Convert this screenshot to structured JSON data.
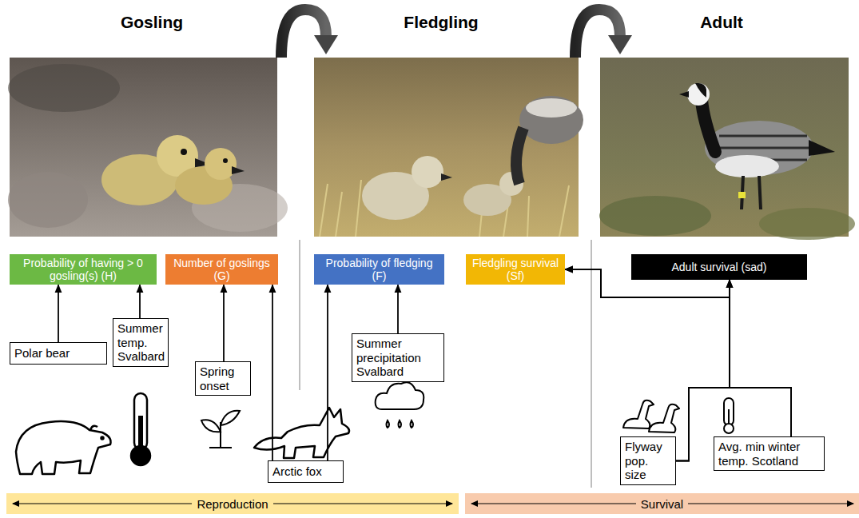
{
  "diagram": {
    "nodes": [
      {
        "text": [
          "Probability of having > 0 gosling(s) (H)"
        ]
      },
      {
        "text": [
          "Number of goslings (G)"
        ]
      },
      {
        "text": [
          "Probability of fledging (F)"
        ]
      },
      {
        "text": [
          "Fledgling survival (Sf)"
        ]
      },
      {
        "text": [
          "Adult survival (sad)"
        ]
      },
      {
        "text": [
          "Polar bear"
        ]
      },
      {
        "text": [
          "Summer temp. Svalbard"
        ]
      },
      {
        "text": [
          "Spring onset"
        ]
      },
      {
        "text": [
          "Arctic fox"
        ]
      },
      {
        "text": [
          "Summer precipitation Svalbard"
        ]
      },
      {
        "text": [
          "Flyway pop. size"
        ]
      },
      {
        "text": [
          "Avg. min winter temp. Scotland"
        ]
      },
      {
        "text": [
          "Reproduction"
        ]
      },
      {
        "text": [
          "Survival"
        ]
      }
    ],
    "edges": [
      {
        "from": 5,
        "to": 0,
        "arrow": "to"
      },
      {
        "from": 6,
        "to": 0,
        "arrow": "to"
      },
      {
        "from": 7,
        "to": 1,
        "arrow": "to"
      },
      {
        "from": 8,
        "to": 1,
        "arrow": "to"
      },
      {
        "from": 8,
        "to": 2,
        "arrow": "to"
      },
      {
        "from": 9,
        "to": 2,
        "arrow": "to"
      },
      {
        "from": 10,
        "to": 4,
        "arrow": "to"
      },
      {
        "from": 11,
        "to": 4,
        "arrow": "to"
      },
      {
        "from": 10,
        "to": 3,
        "arrow": "to"
      },
      {
        "from": 11,
        "to": 3,
        "arrow": "to"
      }
    ],
    "labels": [
      "Gosling",
      "Fledgling",
      "Adult"
    ]
  }
}
